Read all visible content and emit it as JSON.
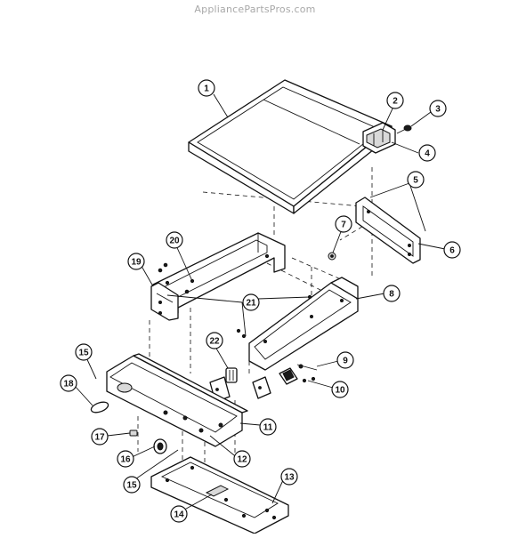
{
  "watermark": "AppliancePartsPros.com",
  "callouts": [
    {
      "id": "c1",
      "label": "1"
    },
    {
      "id": "c2",
      "label": "2"
    },
    {
      "id": "c3",
      "label": "3"
    },
    {
      "id": "c4",
      "label": "4"
    },
    {
      "id": "c5",
      "label": "5"
    },
    {
      "id": "c6",
      "label": "6"
    },
    {
      "id": "c7",
      "label": "7"
    },
    {
      "id": "c8",
      "label": "8"
    },
    {
      "id": "c9",
      "label": "9"
    },
    {
      "id": "c10",
      "label": "10"
    },
    {
      "id": "c11",
      "label": "11"
    },
    {
      "id": "c12",
      "label": "12"
    },
    {
      "id": "c13",
      "label": "13"
    },
    {
      "id": "c14",
      "label": "14"
    },
    {
      "id": "c15a",
      "label": "15"
    },
    {
      "id": "c15b",
      "label": "15"
    },
    {
      "id": "c16",
      "label": "16"
    },
    {
      "id": "c17",
      "label": "17"
    },
    {
      "id": "c18",
      "label": "18"
    },
    {
      "id": "c19",
      "label": "19"
    },
    {
      "id": "c20",
      "label": "20"
    },
    {
      "id": "c21",
      "label": "21"
    },
    {
      "id": "c22",
      "label": "22"
    }
  ]
}
